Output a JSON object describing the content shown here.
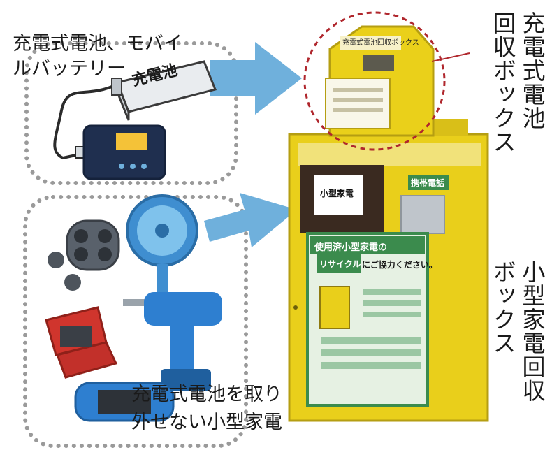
{
  "labels": {
    "top_left_line1": "充電式電池、モバイ",
    "top_left_line2": "ルバッテリー",
    "bottom_line1": "充電式電池を取り",
    "bottom_line2": "外せない小型家電",
    "right_top_vertical_col1": "充電式電池",
    "right_top_vertical_col2": "回収ボックス",
    "right_bottom_vertical_col1": "小型家電回収",
    "right_bottom_vertical_col2": "ボックス"
  },
  "illustrations": {
    "battery_label": "充電池"
  },
  "machine": {
    "top_box_title": "充電式電池回収ボックス",
    "slot_label": "小型家電",
    "phone_label": "携帯電話",
    "poster_title": "使用済小型家電の",
    "poster_recycle": "リサイクル",
    "poster_request": "にご協力ください。"
  },
  "colors": {
    "arrow": "#6fb0dc",
    "dotted_border": "#9a9a9a",
    "circle": "#b0272d",
    "machine_yellow": "#e9cf1b",
    "poster_green": "#3b8b4d"
  }
}
